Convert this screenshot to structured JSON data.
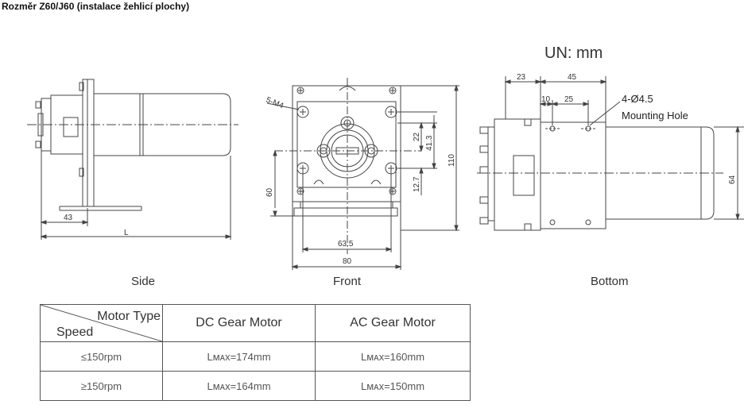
{
  "page": {
    "title": "Rozměr Z60/J60 (instalace žehlicí plochy)"
  },
  "units": "UN:  mm",
  "views": {
    "side": "Side",
    "front": "Front",
    "bottom": "Bottom"
  },
  "side_dims": {
    "width_43": "43",
    "length": "L"
  },
  "front_dims": {
    "screw": "5-M4",
    "d63_5": "63.5",
    "d80": "80",
    "d60": "60",
    "d110": "110",
    "d22": "22",
    "d41_3": "41.3",
    "d12_7": "12.7"
  },
  "bottom_dims": {
    "d23": "23",
    "d45": "45",
    "d10": "10",
    "d25": "25",
    "hole_spec": "4-Ø4.5",
    "hole_label": "Mounting Hole",
    "d64": "64"
  },
  "table": {
    "corner_top": "Motor Type",
    "corner_bottom": "Speed",
    "columns": [
      "DC Gear Motor",
      "AC Gear Motor"
    ],
    "rows": [
      {
        "speed": "≤150rpm",
        "dc": "Lмᴀx=174mm",
        "ac": "Lмᴀx=160mm"
      },
      {
        "speed": "≥150rpm",
        "dc": "Lмᴀx=164mm",
        "ac": "Lмᴀx=150mm"
      }
    ]
  }
}
